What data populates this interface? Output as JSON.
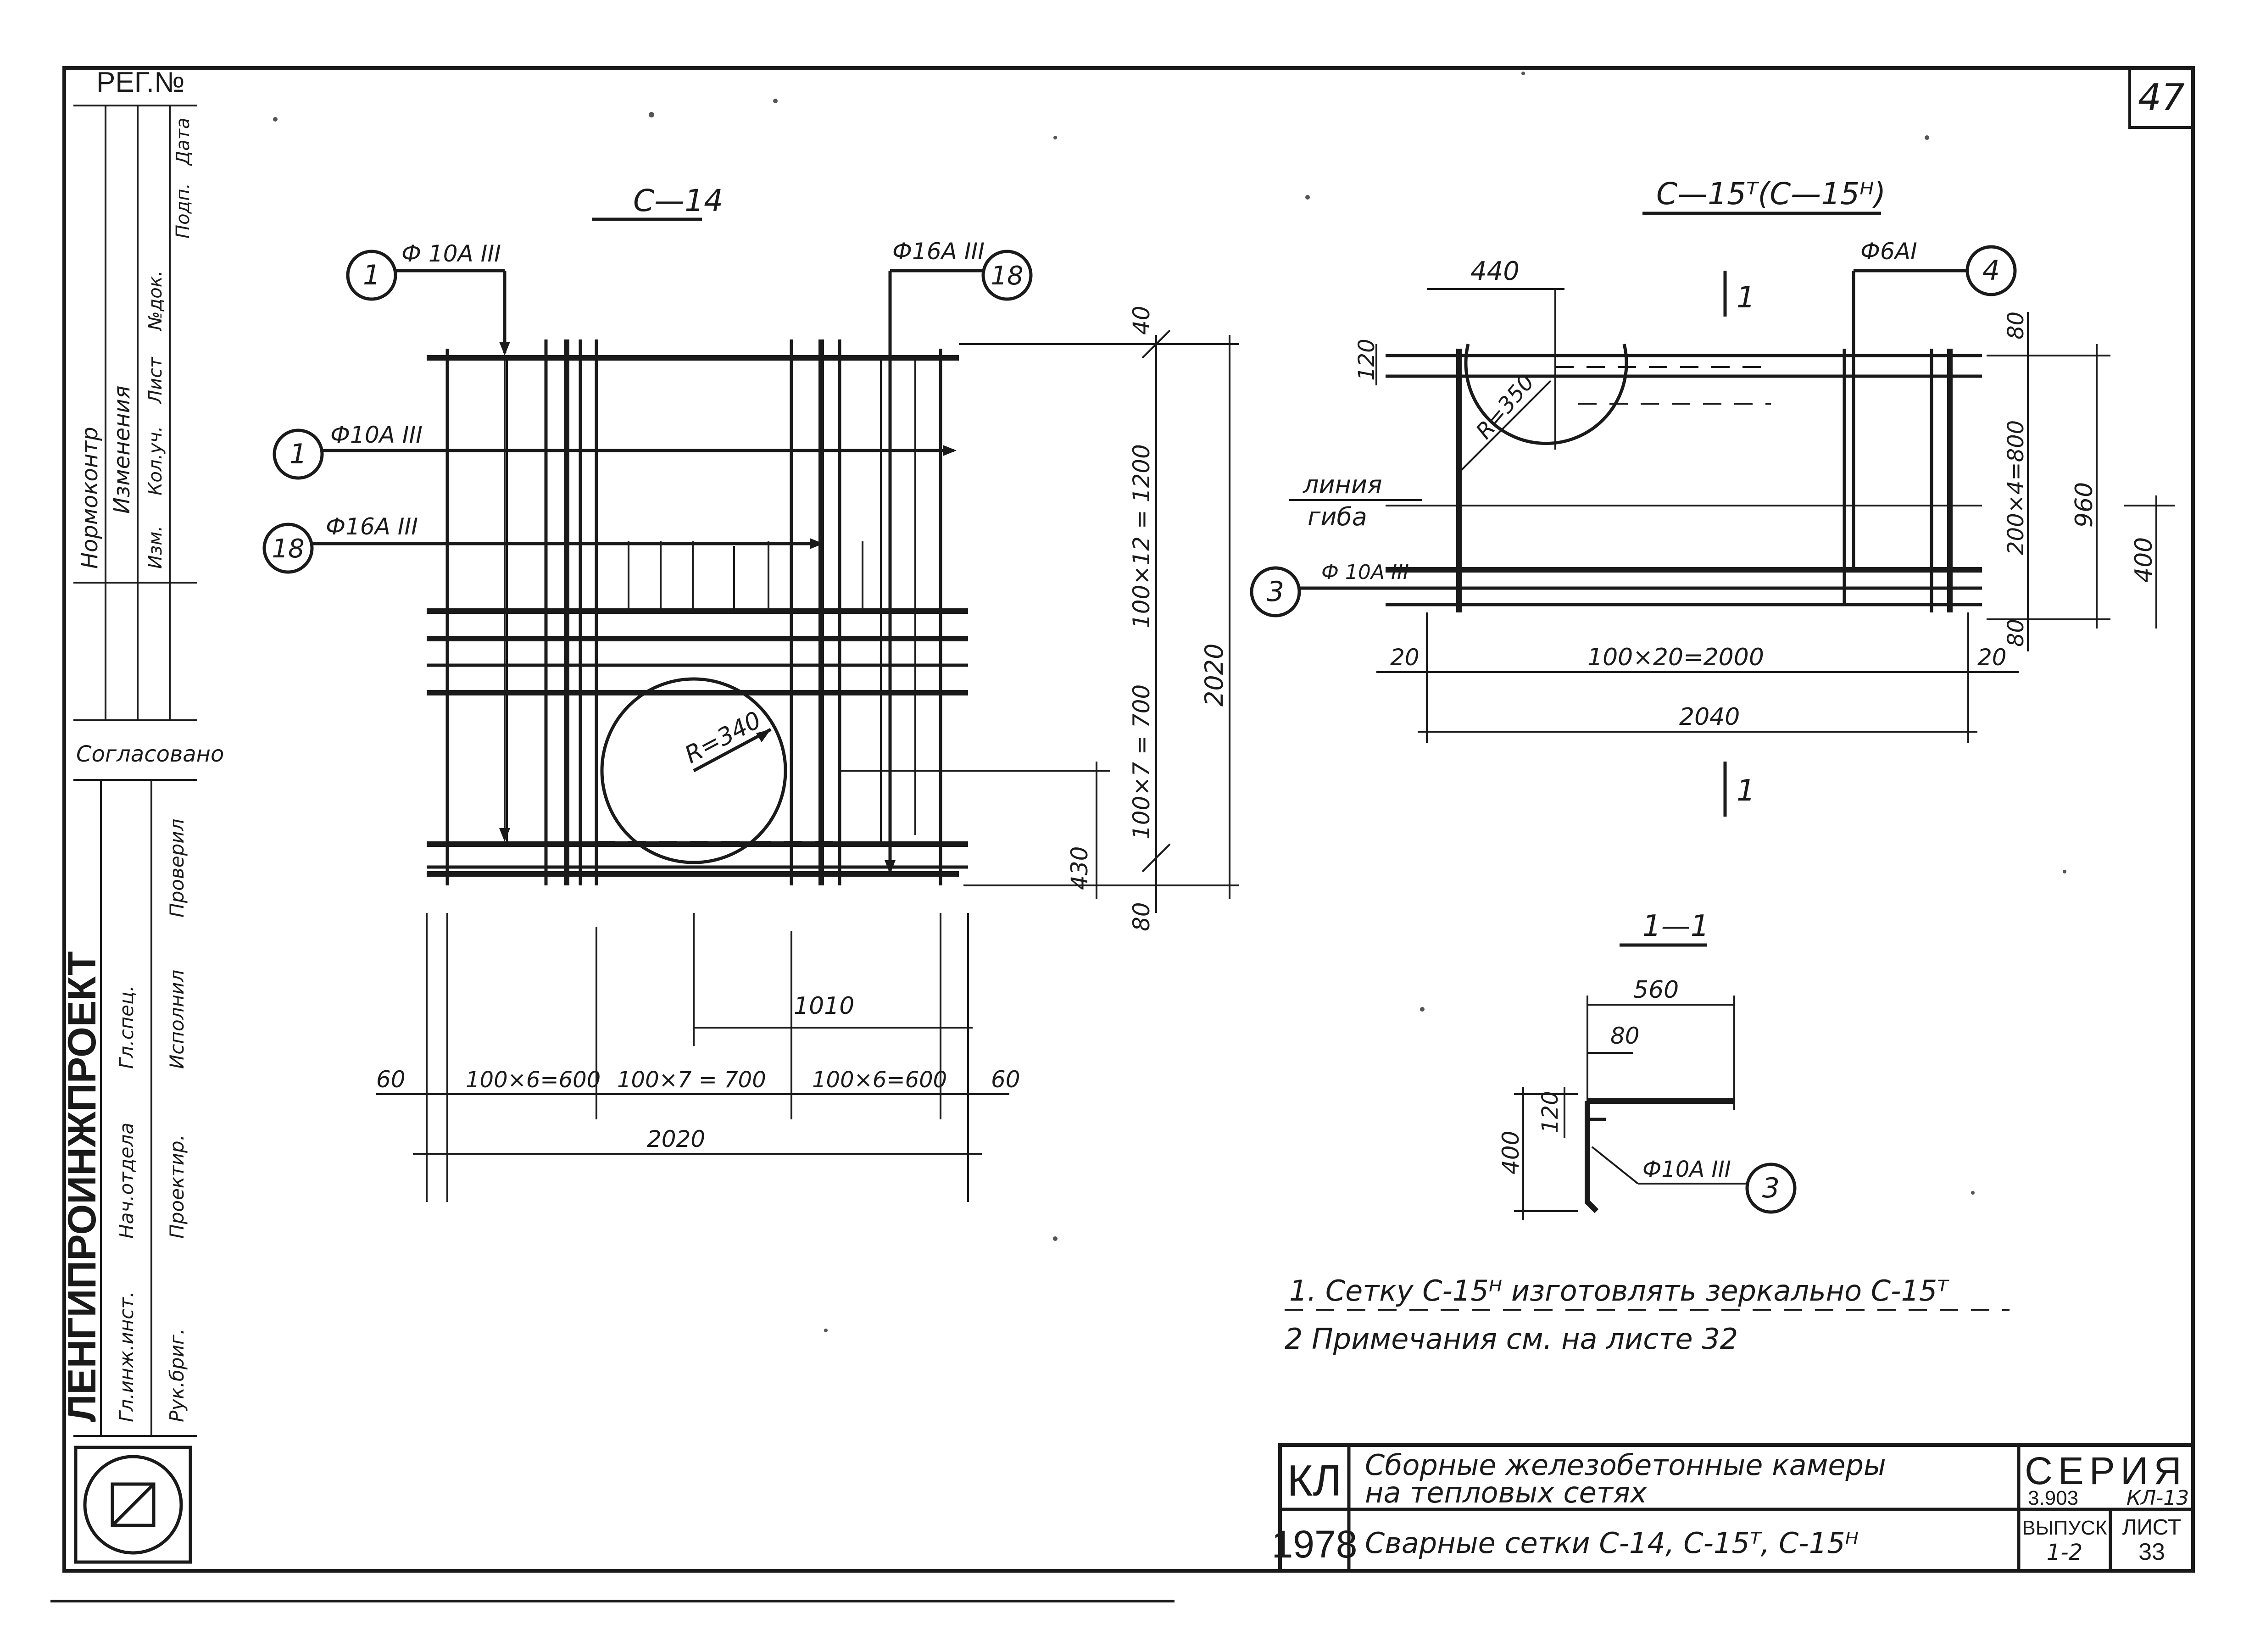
{
  "sheet": {
    "reg_no": "РЕГ.№",
    "page_corner": "47",
    "org": "ЛЕНГИПРОИНЖПРОЕКТ",
    "revision_headers": [
      "Нормоконтр",
      "Изменения",
      "Изм.",
      "Кол.уч.",
      "Лист",
      "№док.",
      "Подп.",
      "Дата"
    ],
    "approved_label": "Согласовано",
    "approvals": [
      "Гл.инж.инст.",
      "Нач.отдела",
      "Гл.спец.",
      "Рук.бриг.",
      "Проектир.",
      "Исполнил",
      "Проверил"
    ]
  },
  "drawing_c14": {
    "title": "С—14",
    "callouts": [
      {
        "num": "1",
        "label": "Ф 10А III"
      },
      {
        "num": "18",
        "label": "Ф16А III"
      },
      {
        "num": "1",
        "label": "Ф10А III"
      },
      {
        "num": "18",
        "label": "Ф16А III"
      }
    ],
    "radius": "R=340",
    "dims": {
      "top": "40",
      "upper_span": "100×12 = 1200",
      "lower_span": "100×7 = 700",
      "bottom_off": "80",
      "hole_offset": "430",
      "total_height": "2020",
      "left_edge": "60",
      "seg1": "100×6=600",
      "seg2": "100×7 = 700",
      "seg3": "100×6=600",
      "right_edge": "60",
      "center_off": "1010",
      "total_width": "2020"
    }
  },
  "drawing_c15": {
    "title": "С—15ᵀ(С—15ᴴ)",
    "section_mark": "1",
    "callouts": [
      {
        "num": "4",
        "label": "Ф6АI"
      },
      {
        "num": "3",
        "label": "Ф 10А III"
      }
    ],
    "radius": "R=350",
    "bend_line": [
      "линия",
      "гиба"
    ],
    "dims": {
      "arc_width": "440",
      "arc_top": "120",
      "top_off": "80",
      "vert_span": "200×4=800",
      "total_height": "960",
      "lower_part": "400",
      "bottom_off": "80",
      "left_edge": "20",
      "horiz_span": "100×20=2000",
      "right_edge": "20",
      "total_width": "2040"
    }
  },
  "section_1_1": {
    "title": "1—1",
    "dims": {
      "width": "560",
      "inner": "80",
      "step": "120",
      "height": "400"
    },
    "callout": {
      "num": "3",
      "label": "Ф10А III"
    }
  },
  "notes": [
    "1. Сетку С-15ᴴ изготовлять зеркально С-15ᵀ",
    "2 Примечания см. на листе 32"
  ],
  "title_block": {
    "code": "КЛ",
    "year": "1978",
    "title_line1": "Сборные железобетонные камеры",
    "title_line2": "на тепловых сетях",
    "subtitle": "Сварные сетки С-14, С-15ᵀ, С-15ᴴ",
    "series_label": "СЕРИЯ",
    "series_value": "3.903",
    "series_code": "КЛ-13",
    "issue_label": "ВЫПУСК",
    "issue_value": "1-2",
    "sheet_label": "ЛИСТ",
    "sheet_value": "33"
  }
}
